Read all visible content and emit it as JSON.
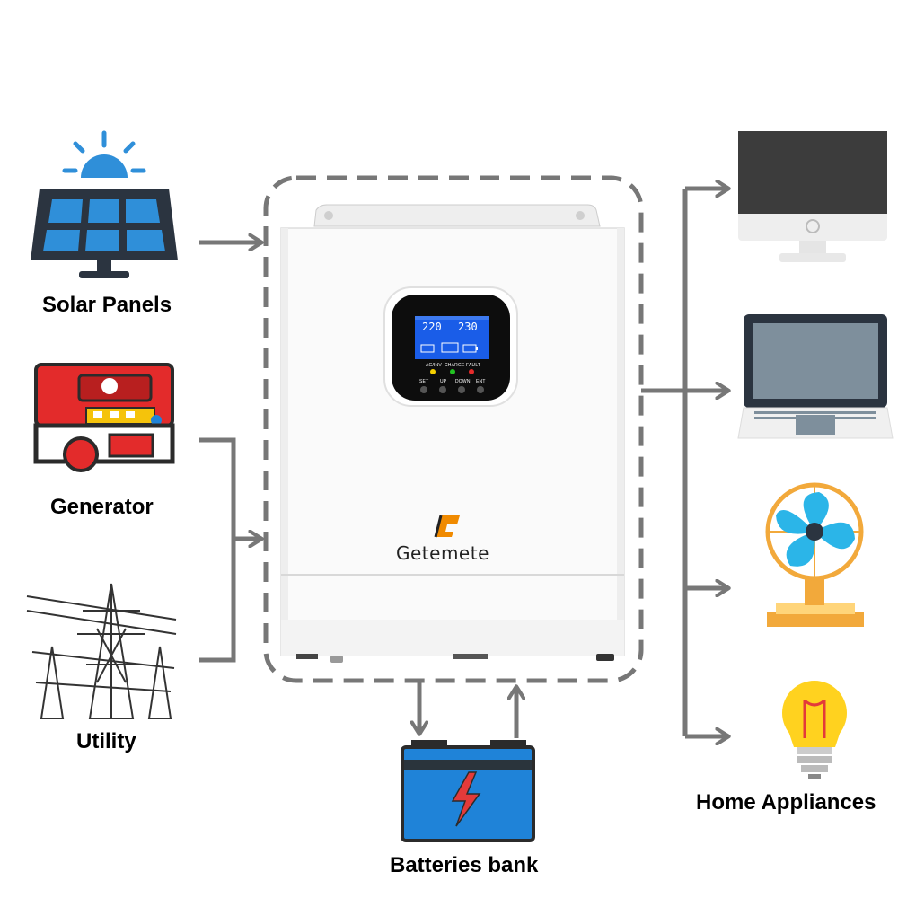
{
  "sources": {
    "solar_label": "Solar Panels",
    "generator_label": "Generator",
    "utility_label": "Utility"
  },
  "inverter": {
    "brand": "Getemete",
    "lcd_left": "220",
    "lcd_right": "230",
    "indicators": [
      "AC/INV",
      "CHARGE",
      "FAULT"
    ],
    "buttons": [
      "SET",
      "UP",
      "DOWN",
      "ENT"
    ]
  },
  "storage": {
    "battery_label": "Batteries bank"
  },
  "outputs": {
    "home_label": "Home Appliances"
  },
  "colors": {
    "connector": "#777777",
    "icon_blue": "#2f8fd9",
    "icon_dark": "#2b3440",
    "generator_red": "#e32b2b",
    "fan_orange": "#f2a93b",
    "bulb_yellow": "#ffd21f",
    "battery_blue": "#1f83d8",
    "lcd_blue": "#1a5de8"
  }
}
